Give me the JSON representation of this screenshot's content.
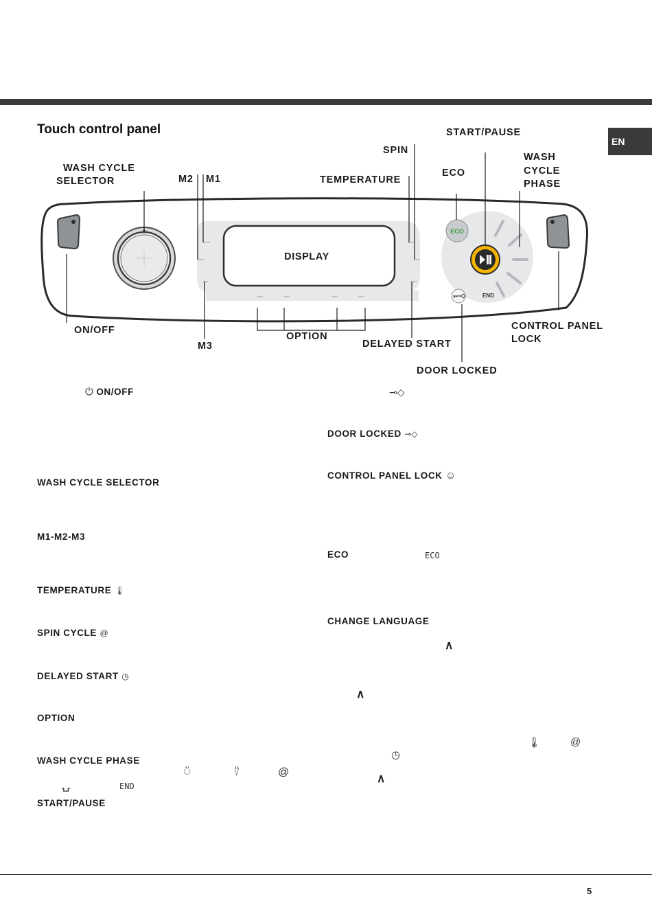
{
  "header": {
    "lang_tab": "EN",
    "title": "Touch control panel"
  },
  "diagram": {
    "labels": {
      "start_pause": "START/PAUSE",
      "spin": "SPIN",
      "wash_cycle_phase": [
        "WASH",
        "CYCLE",
        "PHASE"
      ],
      "wash_cycle_selector": [
        "WASH CYCLE",
        "SELECTOR"
      ],
      "m2": "M2",
      "m1": "M1",
      "temperature": "TEMPERATURE",
      "eco": "ECO",
      "display": "DISPLAY",
      "on_off": "ON/OFF",
      "option": "OPTION",
      "delayed_start": "DELAYED START",
      "control_panel_lock": [
        "CONTROL PANEL",
        "LOCK"
      ],
      "m3": "M3",
      "door_locked": "DOOR LOCKED"
    },
    "eco_badge": "ECO",
    "end_mark": "END"
  },
  "left_column": [
    {
      "id": "on-off",
      "label": "ON/OFF"
    },
    {
      "id": "wash-cycle-selector",
      "label": "WASH CYCLE SELECTOR"
    },
    {
      "id": "m1-m2-m3",
      "label": "M1-M2-M3"
    },
    {
      "id": "temperature",
      "label": "TEMPERATURE"
    },
    {
      "id": "spin-cycle",
      "label": "SPIN CYCLE"
    },
    {
      "id": "delayed-start",
      "label": "DELAYED START"
    },
    {
      "id": "option",
      "label": "OPTION"
    },
    {
      "id": "wash-cycle-phase",
      "label": "WASH CYCLE PHASE"
    },
    {
      "id": "start-pause",
      "label": "START/PAUSE"
    }
  ],
  "right_column": [
    {
      "id": "door-locked",
      "label": "DOOR LOCKED"
    },
    {
      "id": "control-panel-lock",
      "label": "CONTROL PANEL LOCK"
    },
    {
      "id": "eco",
      "label": "ECO"
    },
    {
      "id": "change-language",
      "label": "CHANGE LANGUAGE"
    }
  ],
  "inline_marks": {
    "eco_text": "ECO",
    "end_text": "END",
    "caret": "∧"
  },
  "footer": {
    "page_number": "5"
  }
}
